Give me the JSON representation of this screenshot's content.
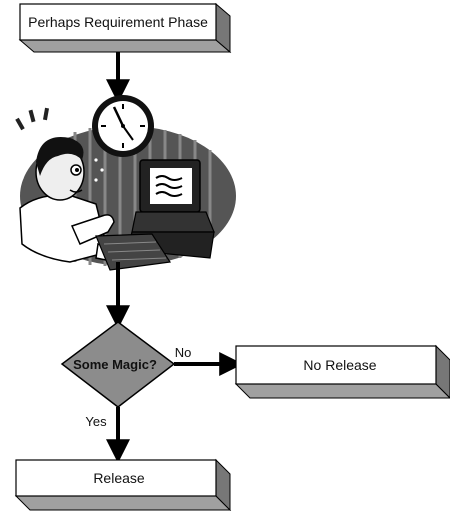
{
  "nodes": {
    "start": "Perhaps Requirement Phase",
    "decision": "Some Magic?",
    "no_release": "No Release",
    "release": "Release"
  },
  "edges": {
    "no": "No",
    "yes": "Yes"
  },
  "illustration": {
    "description_icon": "developer-at-computer-clipart",
    "clock_icon": "wall-clock-icon"
  },
  "colors": {
    "box_face": "#ffffff",
    "box_depth": "#9a9a9a",
    "diamond_fill": "#8c8c8c",
    "arrow": "#000000"
  }
}
